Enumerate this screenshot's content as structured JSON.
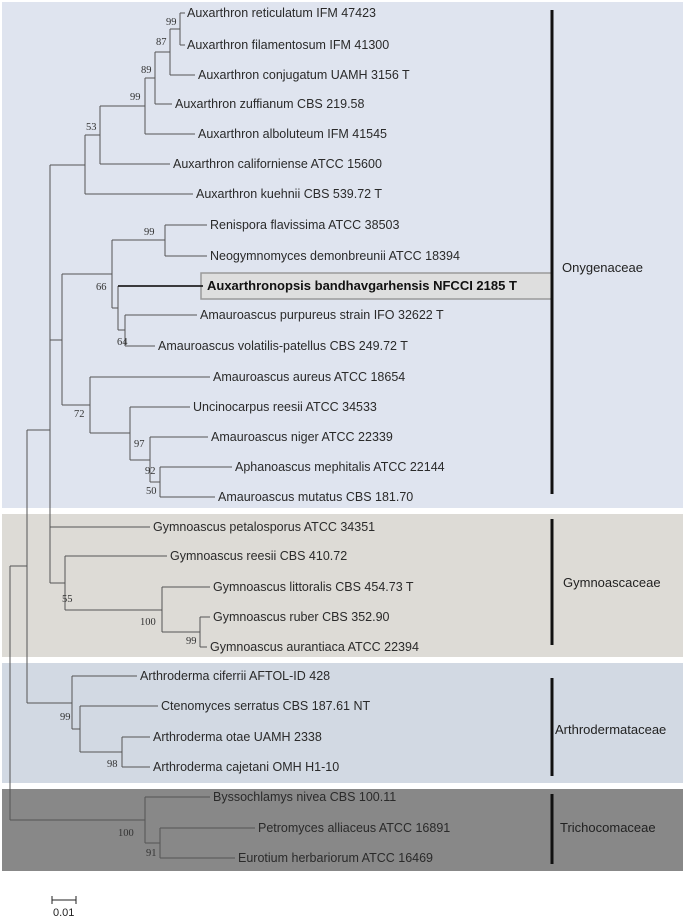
{
  "families": [
    {
      "name": "Onygenaceae",
      "color": "#dfe4ef"
    },
    {
      "name": "Gymnoascaceae",
      "color": "#dddbd6"
    },
    {
      "name": "Arthrodermataceae",
      "color": "#d2d9e3"
    },
    {
      "name": "Trichocomaceae",
      "color": "#888888"
    }
  ],
  "taxa": [
    "Auxarthron reticulatum IFM 47423",
    "Auxarthron filamentosum IFM 41300",
    "Auxarthron conjugatum UAMH 3156 T",
    "Auxarthron zuffianum CBS 219.58",
    "Auxarthron alboluteum IFM 41545",
    "Auxarthron californiense ATCC 15600",
    "Auxarthron kuehnii CBS 539.72 T",
    "Renispora flavissima ATCC 38503",
    "Neogymnomyces demonbreunii ATCC 18394",
    "Auxarthronopsis bandhavgarhensis NFCCI 2185 T",
    "Amauroascus purpureus strain IFO 32622 T",
    "Amauroascus volatilis-patellus CBS 249.72 T",
    "Amauroascus aureus ATCC 18654",
    "Uncinocarpus reesii ATCC 34533",
    "Amauroascus niger ATCC 22339",
    "Aphanoascus mephitalis ATCC 22144",
    "Amauroascus mutatus CBS 181.70",
    "Gymnoascus petalosporus ATCC 34351",
    "Gymnoascus reesii CBS 410.72",
    "Gymnoascus littoralis CBS 454.73 T",
    "Gymnoascus ruber  CBS 352.90",
    "Gymnoascus aurantiaca ATCC 22394",
    "Arthroderma ciferrii AFTOL-ID 428",
    "Ctenomyces serratus CBS 187.61 NT",
    "Arthroderma otae UAMH 2338",
    "Arthroderma cajetani OMH H1-10",
    "Byssochlamys nivea  CBS 100.11",
    "Petromyces alliaceus ATCC 16891",
    "Eurotium herbariorum ATCC 16469"
  ],
  "bootstraps": {
    "b_reticulatum": "99",
    "b_conjugatum": "87",
    "b_zuffianum": "89",
    "b_alboluteum": "99",
    "b_kuehnii": "53",
    "b_renispora": "99",
    "b_bandha": "66",
    "b_purpureus": "64",
    "b_aureus": "72",
    "b_niger": "97",
    "b_aphano": "92",
    "b_mutatus": "50",
    "b_gymno_reesii": "55",
    "b_littoralis": "100",
    "b_ruber": "99",
    "b_arthro": "99",
    "b_otae": "98",
    "b_tricho": "100",
    "b_petro": "91"
  },
  "scale_label": "0.01",
  "highlight": {
    "fill": "#dedede",
    "border": "#9a9a9a"
  }
}
